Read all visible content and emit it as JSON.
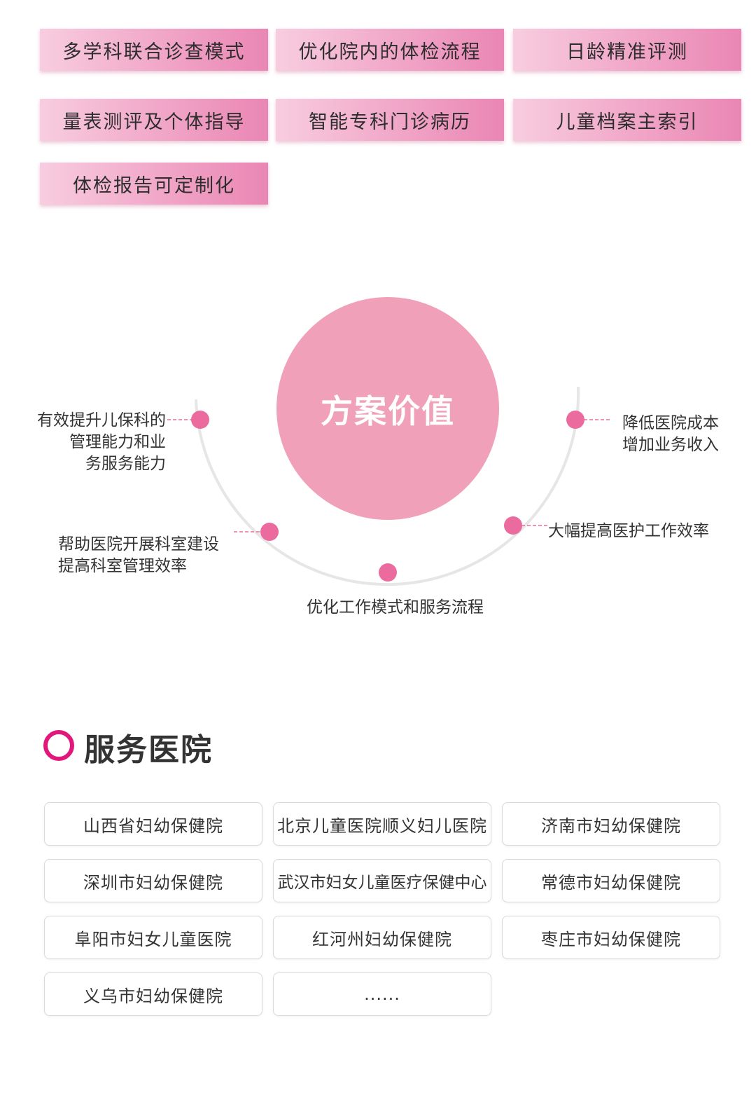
{
  "features": [
    "多学科联合诊查模式",
    "优化院内的体检流程",
    "日龄精准评测",
    "量表测评及个体指导",
    "智能专科门诊病历",
    "儿童档案主索引",
    "体检报告可定制化"
  ],
  "value_diagram": {
    "center_title": "方案价值",
    "items": [
      "有效提升儿保科的\n管理能力和业\n务服务能力",
      "帮助医院开展科室建设\n提高科室管理效率",
      "优化工作模式和服务流程",
      "大幅提高医护工作效率",
      "降低医院成本\n增加业务收入"
    ],
    "colors": {
      "circle": "#f0a0b8",
      "dot": "#ec6b9f",
      "arc": "#e6e6e6",
      "dash": "#ec6b9f"
    }
  },
  "service_section": {
    "title": "服务医院",
    "accent_color": "#e2177b",
    "hospitals": [
      "山西省妇幼保健院",
      "北京儿童医院顺义妇儿医院",
      "济南市妇幼保健院",
      "深圳市妇幼保健院",
      "武汉市妇女儿童医疗保健中心",
      "常德市妇幼保健院",
      "阜阳市妇女儿童医院",
      "红河州妇幼保健院",
      "枣庄市妇幼保健院",
      "义乌市妇幼保健院",
      "......"
    ]
  }
}
